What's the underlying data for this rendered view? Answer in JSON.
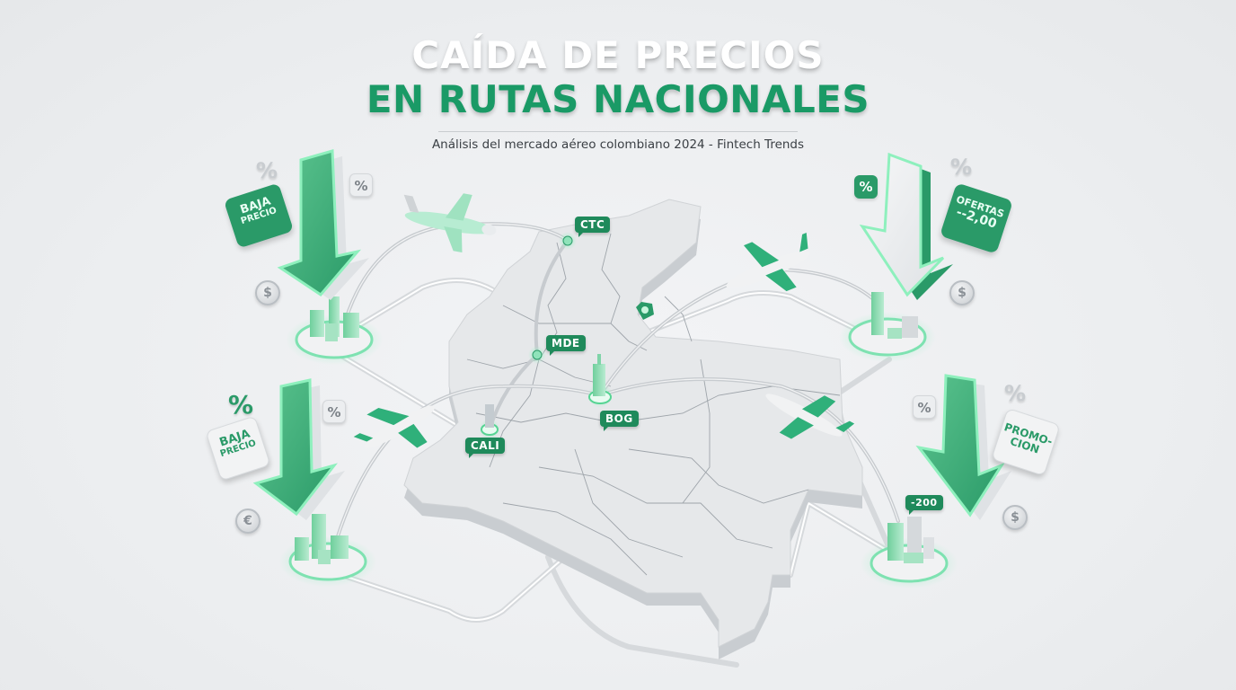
{
  "header": {
    "title_line1": "CAÍDA DE PRECIOS",
    "title_line2": "EN RUTAS NACIONALES",
    "subtitle": "Análisis del mercado aéreo colombiano 2024 - Fintech Trends"
  },
  "colors": {
    "accent_green": "#1a9a66",
    "dark_green": "#1f8a5b",
    "mint": "#a8e4c6",
    "background": "#eceef0",
    "map_fill": "#e3e5e7"
  },
  "map": {
    "country": "Colombia",
    "city_labels": [
      {
        "code": "CTC"
      },
      {
        "code": "MDE"
      },
      {
        "code": "CALI"
      },
      {
        "code": "BOG"
      }
    ]
  },
  "callouts": {
    "top_left": {
      "bubble": "BAJA\nPRECIO",
      "bubble_line1": "BAJA",
      "bubble_line2": "PRECIO",
      "pct_float": "%",
      "pct_box": "%",
      "coin": "$"
    },
    "top_right": {
      "bubble_line1": "OFERTAS",
      "bubble_line2": "--2,00",
      "pct_float": "%",
      "pct_box": "%",
      "coin": "$"
    },
    "bottom_left": {
      "bubble_line1": "BAJA",
      "bubble_line2": "PRECIO",
      "pct_float": "%",
      "pct_box": "%",
      "coin": "€"
    },
    "bottom_right": {
      "bubble_line1": "PROMO-",
      "bubble_line2": "CION",
      "pct_float": "%",
      "pct_box": "%",
      "price_tag": "-200",
      "coin": "$"
    }
  },
  "icons": [
    "down-arrow-icon",
    "airplane-icon",
    "city-buildings-icon",
    "percent-icon",
    "coin-icon",
    "location-pin-icon"
  ]
}
